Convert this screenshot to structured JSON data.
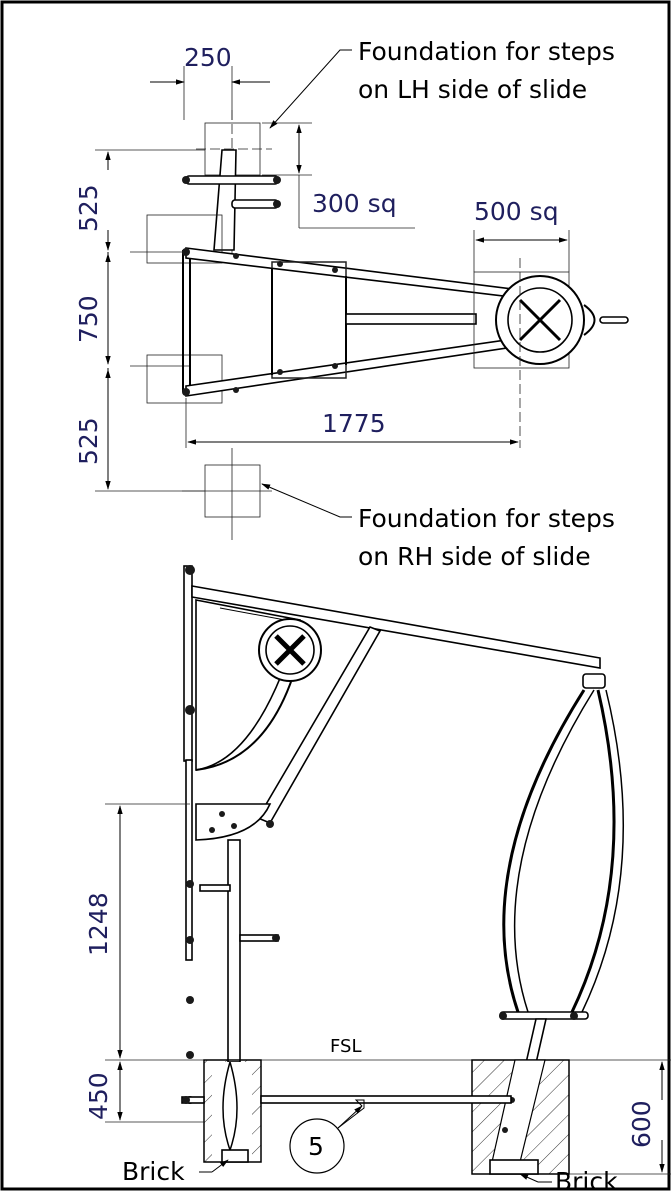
{
  "dimensions": {
    "top_width": "250",
    "top_left_upper": "525",
    "top_square": "300 sq",
    "right_square": "500 sq",
    "middle_height": "750",
    "lower_left": "525",
    "length": "1775",
    "side_height": "1248",
    "foundation_depth": "450",
    "right_depth": "600"
  },
  "notes": {
    "lh_line1": "Foundation for steps",
    "lh_line2": "on LH side of slide",
    "rh_line1": "Foundation for steps",
    "rh_line2": "on RH side of slide",
    "fsl": "FSL",
    "brick_left": "Brick",
    "brick_right": "Brick",
    "item_number": "5"
  },
  "colors": {
    "dimension_text": "#1f1f5e",
    "line": "#000000"
  }
}
